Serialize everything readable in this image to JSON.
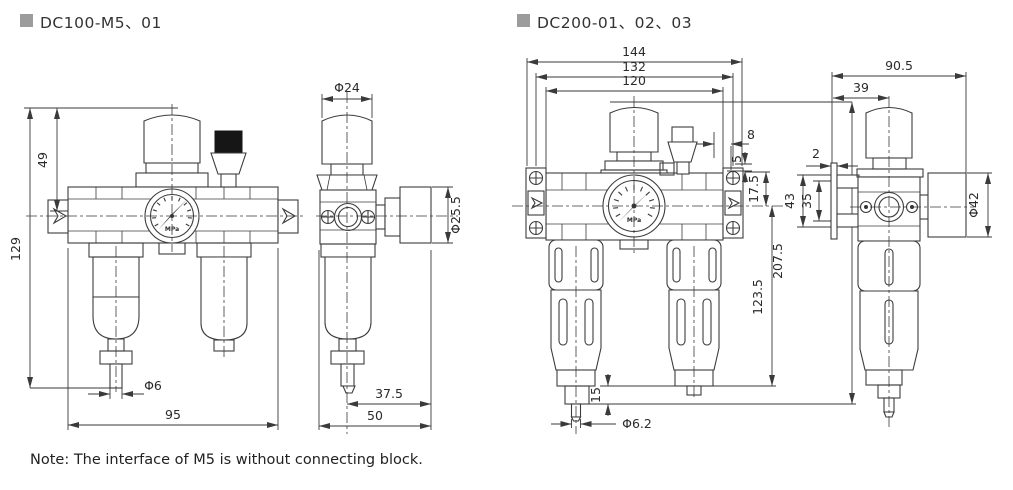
{
  "titles": {
    "dc100": "DC100-M5、01",
    "dc200": "DC200-01、02、03"
  },
  "note": "Note: The interface of M5 is without connecting block.",
  "gauge_unit": "MPa",
  "colors": {
    "line": "#3c3c3c",
    "bullet": "#9c9c9c",
    "cap_fill": "#161616"
  },
  "dc100": {
    "dims": {
      "height_overall": "129",
      "knob_height": "49",
      "knob_dia": "Φ24",
      "gauge_dia": "Φ25.5",
      "drain_dia": "Φ6",
      "body_width": "95",
      "side_offset": "37.5",
      "side_width": "50"
    }
  },
  "dc200": {
    "dims": {
      "width_overall": "144",
      "width_holes": "132",
      "width_body": "120",
      "cap_offset": "8",
      "hole_offset": "5",
      "port_drop": "17.5",
      "height_overall": "207.5",
      "bowl_height": "123.5",
      "drain_height": "15",
      "drain_dia": "Φ6.2",
      "bracket_thickness": "2",
      "bracket_height": "43",
      "bracket_inner": "35",
      "side_width": "90.5",
      "knob_offset": "39",
      "gauge_dia": "Φ42"
    }
  }
}
